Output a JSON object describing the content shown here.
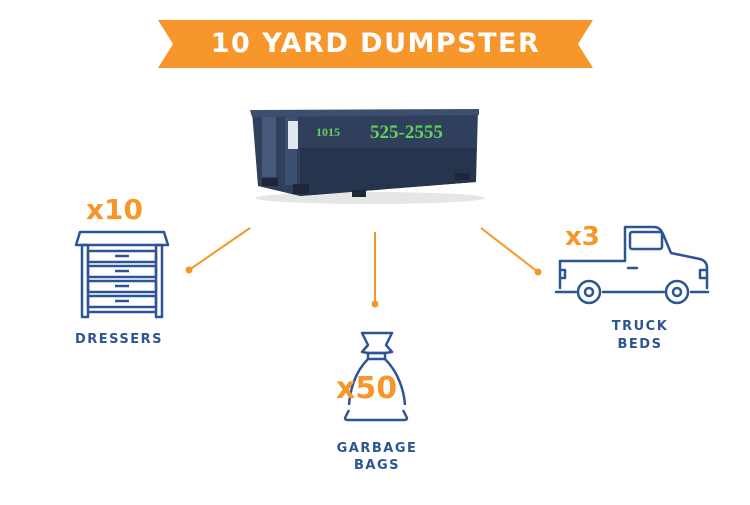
{
  "title": "10 YARD DUMPSTER",
  "dumpster_photo": {
    "phone_text": "525-2555",
    "side_number": "1015"
  },
  "items": [
    {
      "count": "x10",
      "label": "DRESSERS",
      "icon": "dresser-icon"
    },
    {
      "count": "x50",
      "label_line1": "GARBAGE",
      "label_line2": "BAGS",
      "icon": "garbage-bag-icon"
    },
    {
      "count": "x3",
      "label_line1": "TRUCK",
      "label_line2": "BEDS",
      "icon": "pickup-truck-icon"
    }
  ],
  "colors": {
    "accent": "#f7962a",
    "icon_blue": "#2d5596",
    "dumpster": "#2f3f5c",
    "dumpster_text": "#5fd35f"
  }
}
